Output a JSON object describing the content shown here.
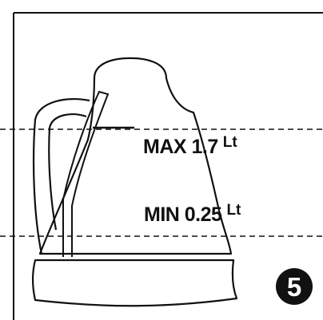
{
  "labels": {
    "max_amount": "MAX 1.7",
    "max_unit": "Lt",
    "min_amount": "MIN 0.25",
    "min_unit": "Lt"
  },
  "step_number": "5",
  "colors": {
    "line": "#111111",
    "background": "#ffffff"
  }
}
